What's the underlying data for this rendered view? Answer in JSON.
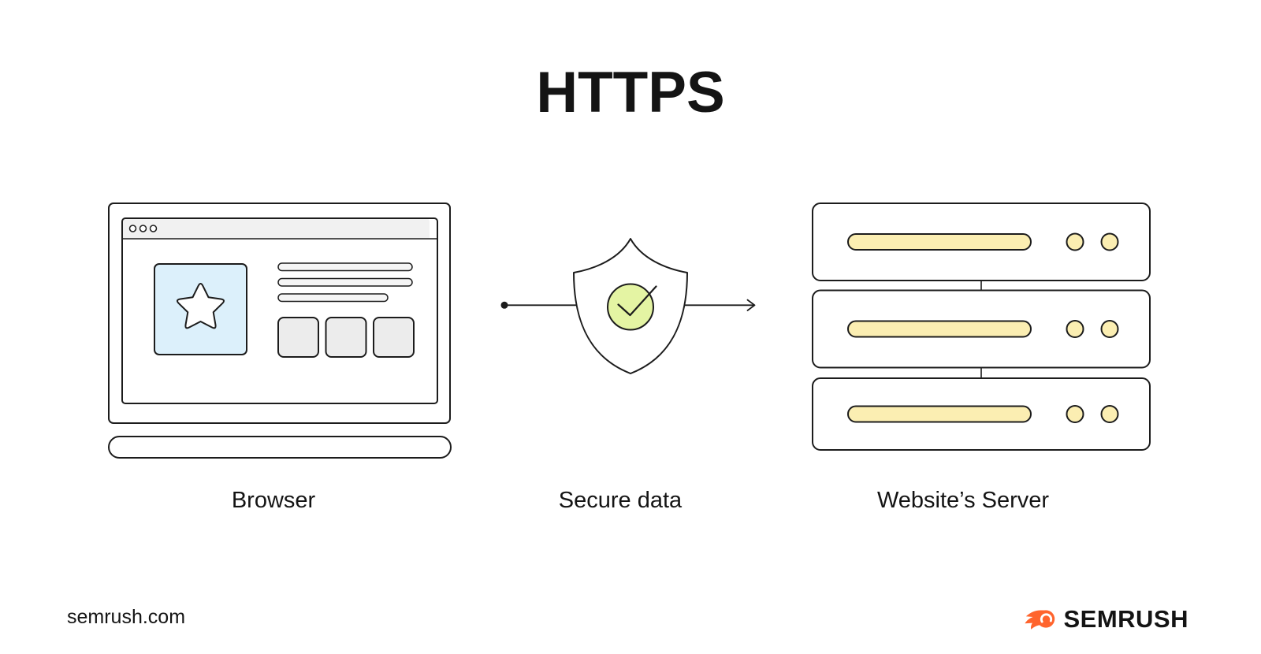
{
  "title": "HTTPS",
  "diagram": {
    "browser": {
      "label": "Browser"
    },
    "secure": {
      "label": "Secure data"
    },
    "server": {
      "label": "Website’s Server"
    }
  },
  "footer": {
    "website": "semrush.com",
    "brand": "SEMRUSH"
  },
  "icons": {
    "browser": "browser-window-with-star-image",
    "secure": "shield-with-checkmark",
    "server": "server-rack-stack",
    "arrow": "left-dot-to-right-arrowhead-line",
    "brand": "semrush-flame-ball"
  },
  "colors": {
    "ink": "#1c1c1c",
    "page-bg": "#ffffff",
    "titlebar-gray": "#f1f1f1",
    "pill-gray": "#f5f5f5",
    "light-gray": "#ececec",
    "light-blue": "#dcf0fb",
    "light-yellow": "#fbeeb2",
    "light-green": "#e4f4a3",
    "brand-orange": "#ff642d",
    "text-ink": "#141414"
  }
}
